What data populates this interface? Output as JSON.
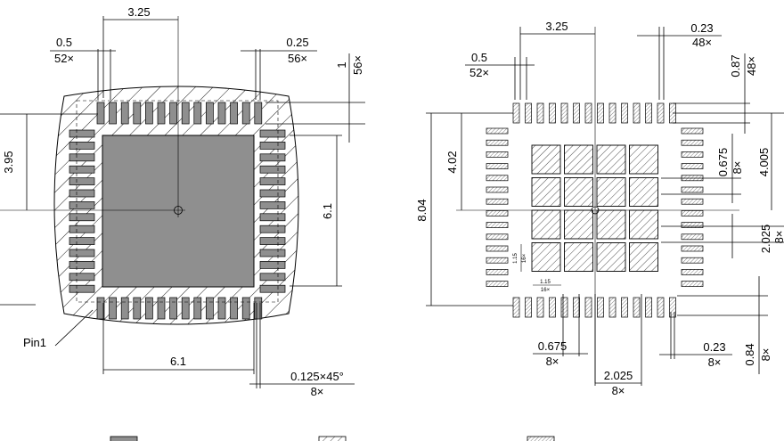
{
  "left_view": {
    "dimensions": {
      "top_pitch": "3.25",
      "pad_pitch_value": "0.5",
      "pad_pitch_count": "52×",
      "pad_width_value": "0.25",
      "pad_width_count": "56×",
      "pad_length_value": "1",
      "pad_length_count": "56×",
      "left_offset": "3.95",
      "right_pad_span": "6.1",
      "bottom_pad_span": "6.1",
      "chamfer_value": "0.125×45°",
      "chamfer_count": "8×"
    },
    "pin1_label": "Pin1"
  },
  "right_view": {
    "dimensions": {
      "top_pitch": "3.25",
      "pad_pitch_value": "0.5",
      "pad_pitch_count": "52×",
      "pad_width_value": "0.23",
      "pad_width_count": "48×",
      "pad_length_value": "0.87",
      "pad_length_count": "48×",
      "left_height_outer": "8.04",
      "left_height_inner": "4.02",
      "right_height": "4.005",
      "square_size_value": "0.675",
      "square_size_count": "8×",
      "square_pitch_value": "2.025",
      "square_pitch_count": "8×",
      "small_pitch_vertical_value": "1.15",
      "small_pitch_vertical_count": "16×",
      "small_pitch_horizontal_value": "1.15",
      "small_pitch_horizontal_count": "16×",
      "bottom_square_value": "0.675",
      "bottom_square_count": "8×",
      "bottom_pitch_value": "2.025",
      "bottom_pitch_count": "8×",
      "bottom_pad_width_value": "0.23",
      "bottom_pad_width_count": "8×",
      "bottom_pad_length_value": "0.84",
      "bottom_pad_length_count": "8×"
    }
  },
  "legend": {
    "items": [
      {
        "swatch": "solid"
      },
      {
        "swatch": "hatch-wide"
      },
      {
        "swatch": "hatch-fine"
      }
    ]
  },
  "colors": {
    "pad_fill": "#8f8f8f",
    "stroke": "#000000",
    "background": "#ffffff"
  }
}
